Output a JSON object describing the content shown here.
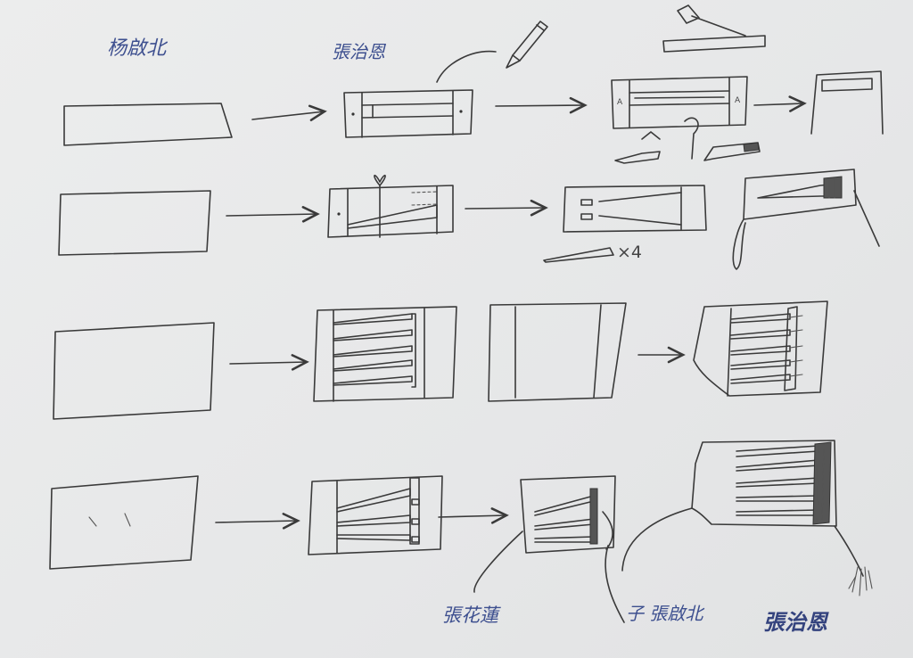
{
  "handwriting": {
    "top_left": "杨啟北",
    "top_middle": "張治恩",
    "bottom_1": "張花蓮",
    "bottom_2": "子 張啟北",
    "bottom_3": "張治恩"
  },
  "annotation": {
    "quantity": "×4"
  },
  "colors": {
    "paper": "#e9eaea",
    "pencil": "#3a3a3a",
    "ink": "#3d4f8f"
  }
}
